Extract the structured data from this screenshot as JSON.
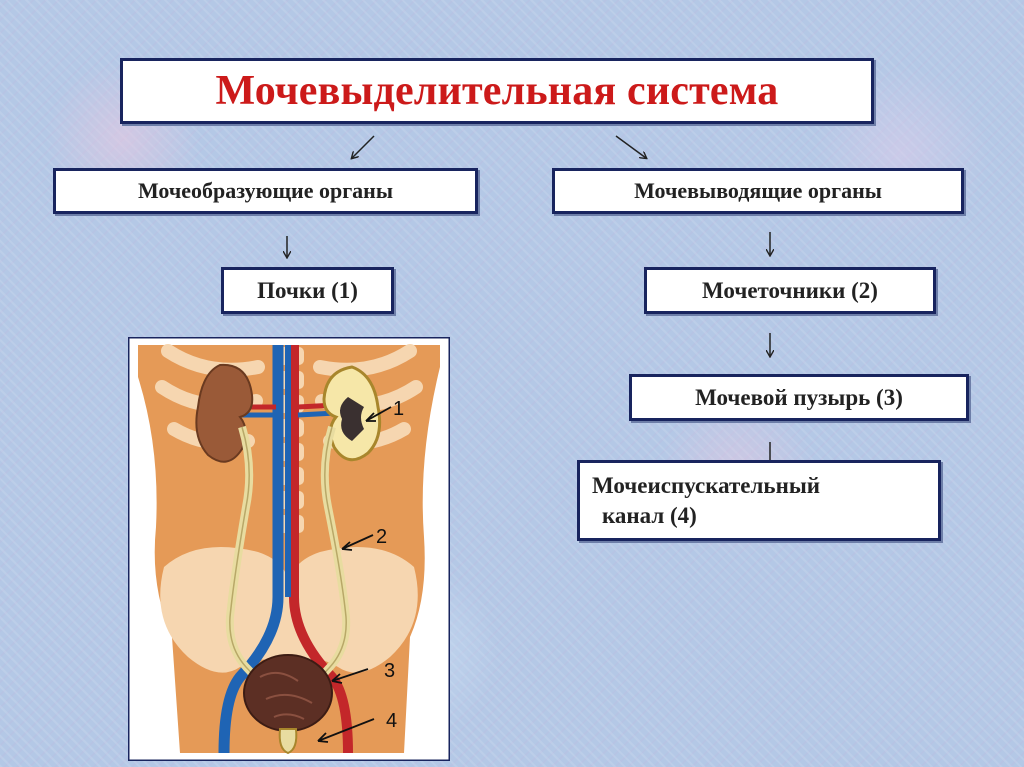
{
  "title": "Мочевыделительная система",
  "branches": {
    "formation": {
      "label": "Мочеобразующие органы",
      "items": [
        "Почки (1)"
      ]
    },
    "excretion": {
      "label": "Мочевыводящие органы",
      "items": [
        "Мочеточники (2)",
        "Мочевой пузырь (3)",
        "Мочеиспускательный",
        "канал (4)"
      ]
    }
  },
  "figure": {
    "callouts": [
      "1",
      "2",
      "3",
      "4"
    ]
  }
}
